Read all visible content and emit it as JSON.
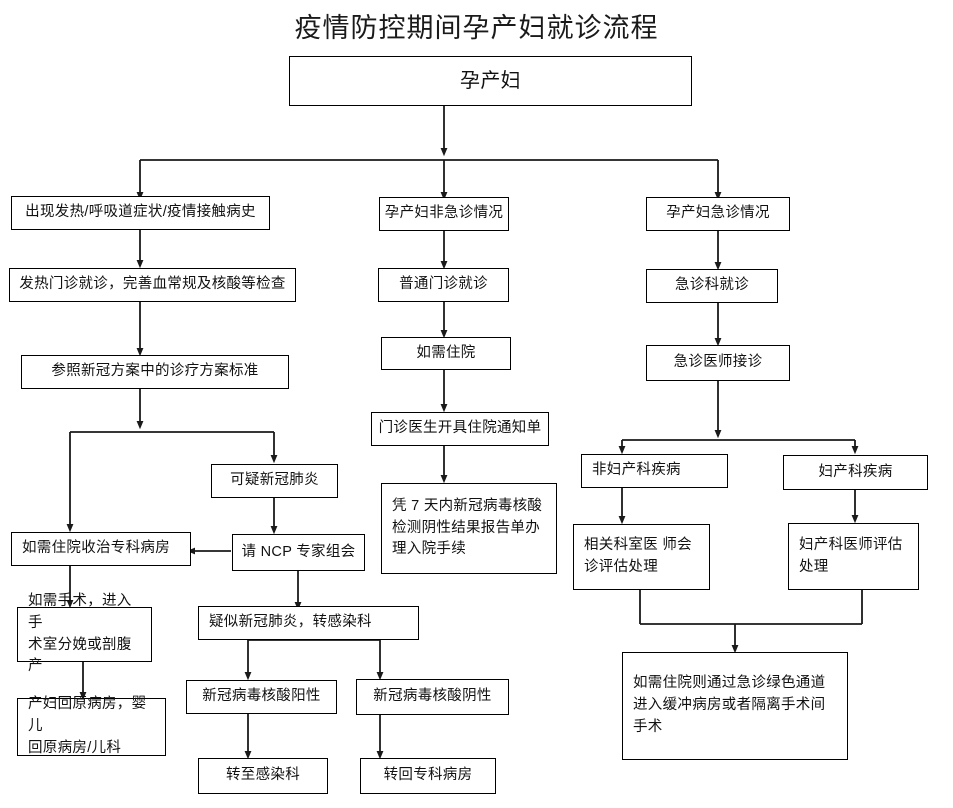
{
  "title": "疫情防控期间孕产妇就诊流程",
  "colors": {
    "box_border": "#000000",
    "box_fill": "#ffffff",
    "edge": "#1a1a1a",
    "text": "#111111",
    "page_bg": "#ffffff"
  },
  "chart_data": {
    "type": "diagram",
    "title": "疫情防控期间孕产妇就诊流程",
    "orientation": "top-down",
    "nodes": [
      {
        "id": "root",
        "label": "孕产妇"
      },
      {
        "id": "fever",
        "label": "出现发热/呼吸道症状/疫情接触病史"
      },
      {
        "id": "fever_cl",
        "label": "发热门诊就诊，完善血常规及核酸等检查"
      },
      {
        "id": "ncp_std",
        "label": "参照新冠方案中的诊疗方案标准"
      },
      {
        "id": "ward",
        "label": "如需住院收治专科病房"
      },
      {
        "id": "surgery",
        "label": "如需手术，进入手\n术室分娩或剖腹产"
      },
      {
        "id": "back_ward",
        "label": "产妇回原病房，婴儿\n回原病房/儿科"
      },
      {
        "id": "suspect",
        "label": "可疑新冠肺炎"
      },
      {
        "id": "ncp_panel",
        "label": "请 NCP 专家组会"
      },
      {
        "id": "to_infect",
        "label": "疑似新冠肺炎，转感染科"
      },
      {
        "id": "pcr_pos",
        "label": "新冠病毒核酸阳性"
      },
      {
        "id": "pcr_neg",
        "label": "新冠病毒核酸阴性"
      },
      {
        "id": "transfer_i",
        "label": "转至感染科"
      },
      {
        "id": "transfer_s",
        "label": "转回专科病房"
      },
      {
        "id": "nonurgent",
        "label": "孕产妇非急诊情况"
      },
      {
        "id": "opd",
        "label": "普通门诊就诊"
      },
      {
        "id": "need_adm",
        "label": "如需住院"
      },
      {
        "id": "adm_note",
        "label": "门诊医生开具住院通知单"
      },
      {
        "id": "adm_proc",
        "label": "凭 7 天内新冠病毒核酸\n检测阴性结果报告单办\n理入院手续"
      },
      {
        "id": "urgent",
        "label": "孕产妇急诊情况"
      },
      {
        "id": "er",
        "label": "急诊科就诊"
      },
      {
        "id": "er_doc",
        "label": "急诊医师接诊"
      },
      {
        "id": "non_ob",
        "label": "非妇产科疾病"
      },
      {
        "id": "ob",
        "label": "妇产科疾病"
      },
      {
        "id": "dept_eval",
        "label": "相关科室医 师会\n诊评估处理"
      },
      {
        "id": "ob_eval",
        "label": "妇产科医师评估\n处理"
      },
      {
        "id": "green_ch",
        "label": "如需住院则通过急诊绿色通道\n进入缓冲病房或者隔离手术间\n手术"
      }
    ],
    "edges": [
      [
        "root",
        "fever"
      ],
      [
        "root",
        "nonurgent"
      ],
      [
        "root",
        "urgent"
      ],
      [
        "fever",
        "fever_cl"
      ],
      [
        "fever_cl",
        "ncp_std"
      ],
      [
        "ncp_std",
        "ward"
      ],
      [
        "ncp_std",
        "suspect"
      ],
      [
        "ward",
        "surgery"
      ],
      [
        "surgery",
        "back_ward"
      ],
      [
        "suspect",
        "ncp_panel"
      ],
      [
        "ncp_panel",
        "ward"
      ],
      [
        "ncp_panel",
        "to_infect"
      ],
      [
        "to_infect",
        "pcr_pos"
      ],
      [
        "to_infect",
        "pcr_neg"
      ],
      [
        "pcr_pos",
        "transfer_i"
      ],
      [
        "pcr_neg",
        "transfer_s"
      ],
      [
        "nonurgent",
        "opd"
      ],
      [
        "opd",
        "need_adm"
      ],
      [
        "need_adm",
        "adm_note"
      ],
      [
        "adm_note",
        "adm_proc"
      ],
      [
        "urgent",
        "er"
      ],
      [
        "er",
        "er_doc"
      ],
      [
        "er_doc",
        "non_ob"
      ],
      [
        "er_doc",
        "ob"
      ],
      [
        "non_ob",
        "dept_eval"
      ],
      [
        "ob",
        "ob_eval"
      ],
      [
        "dept_eval",
        "green_ch"
      ],
      [
        "ob_eval",
        "green_ch"
      ]
    ]
  },
  "nodes": {
    "root": {
      "label": "孕产妇"
    },
    "fever": {
      "label": "出现发热/呼吸道症状/疫情接触病史"
    },
    "fever_cl": {
      "label": "发热门诊就诊，完善血常规及核酸等检查"
    },
    "ncp_std": {
      "label": "参照新冠方案中的诊疗方案标准"
    },
    "ward": {
      "label": "如需住院收治专科病房"
    },
    "surgery": {
      "label": "如需手术，进入手\n术室分娩或剖腹产"
    },
    "back_ward": {
      "label": "产妇回原病房，婴儿\n回原病房/儿科"
    },
    "suspect": {
      "label": "可疑新冠肺炎"
    },
    "ncp_panel": {
      "label": "请 NCP 专家组会"
    },
    "to_infect": {
      "label": "疑似新冠肺炎，转感染科"
    },
    "pcr_pos": {
      "label": "新冠病毒核酸阳性"
    },
    "pcr_neg": {
      "label": "新冠病毒核酸阴性"
    },
    "transfer_i": {
      "label": "转至感染科"
    },
    "transfer_s": {
      "label": "转回专科病房"
    },
    "nonurgent": {
      "label": "孕产妇非急诊情况"
    },
    "opd": {
      "label": "普通门诊就诊"
    },
    "need_adm": {
      "label": "如需住院"
    },
    "adm_note": {
      "label": "门诊医生开具住院通知单"
    },
    "adm_proc": {
      "label": "凭 7 天内新冠病毒核酸\n检测阴性结果报告单办\n理入院手续"
    },
    "urgent": {
      "label": "孕产妇急诊情况"
    },
    "er": {
      "label": "急诊科就诊"
    },
    "er_doc": {
      "label": "急诊医师接诊"
    },
    "non_ob": {
      "label": "非妇产科疾病"
    },
    "ob": {
      "label": "妇产科疾病"
    },
    "dept_eval": {
      "label": "相关科室医 师会\n诊评估处理"
    },
    "ob_eval": {
      "label": "妇产科医师评估\n处理"
    },
    "green_ch": {
      "label": "如需住院则通过急诊绿色通道\n进入缓冲病房或者隔离手术间\n手术"
    }
  }
}
